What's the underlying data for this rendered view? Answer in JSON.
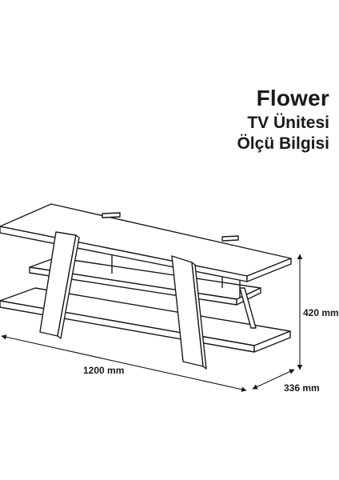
{
  "title": {
    "name": "Flower",
    "line2": "TV Ünitesi",
    "line3": "Ölçü Bilgisi"
  },
  "dimensions": {
    "width": "1200 mm",
    "depth": "336 mm",
    "height": "420 mm"
  },
  "colors": {
    "line": "#1a1a1a",
    "background": "#ffffff"
  }
}
